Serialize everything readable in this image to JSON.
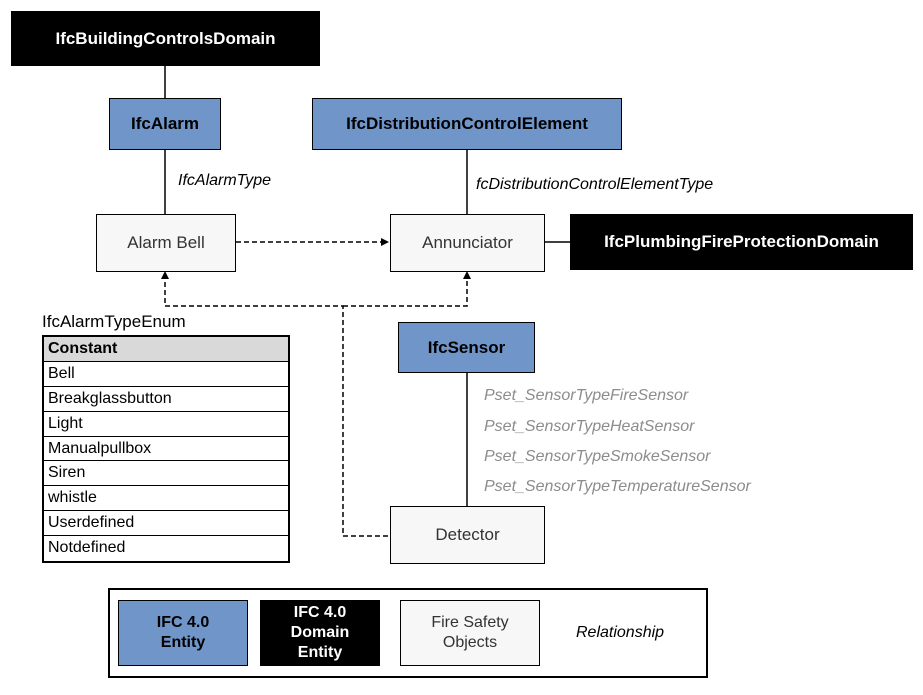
{
  "nodes": {
    "building_controls_domain": "IfcBuildingControlsDomain",
    "alarm": "IfcAlarm",
    "distribution_control_element": "IfcDistributionControlElement",
    "alarm_bell": "Alarm Bell",
    "annunciator": "Annunciator",
    "plumbing_fire_protection_domain": "IfcPlumbingFireProtectionDomain",
    "sensor": "IfcSensor",
    "detector": "Detector"
  },
  "relationships": {
    "alarm_type": "IfcAlarmType",
    "distribution_control_element_type": "fcDistributionControlElementType"
  },
  "sensor_psets": [
    "Pset_SensorTypeFireSensor",
    "Pset_SensorTypeHeatSensor",
    "Pset_SensorTypeSmokeSensor",
    "Pset_SensorTypeTemperatureSensor"
  ],
  "enum_table": {
    "title": "IfcAlarmTypeEnum",
    "header": "Constant",
    "rows": [
      "Bell",
      "Breakglassbutton",
      "Light",
      "Manualpullbox",
      "Siren",
      "whistle",
      "Userdefined",
      "Notdefined"
    ]
  },
  "legend": {
    "entity": "IFC 4.0 Entity",
    "domain_entity": "IFC 4.0 Domain Entity",
    "fire_safety_objects": "Fire Safety Objects",
    "relationship": "Relationship"
  },
  "colors": {
    "entity_blue": "#6f95c9",
    "domain_black": "#000000",
    "object_white": "#f7f7f7",
    "pset_grey": "#8c8c8c"
  }
}
